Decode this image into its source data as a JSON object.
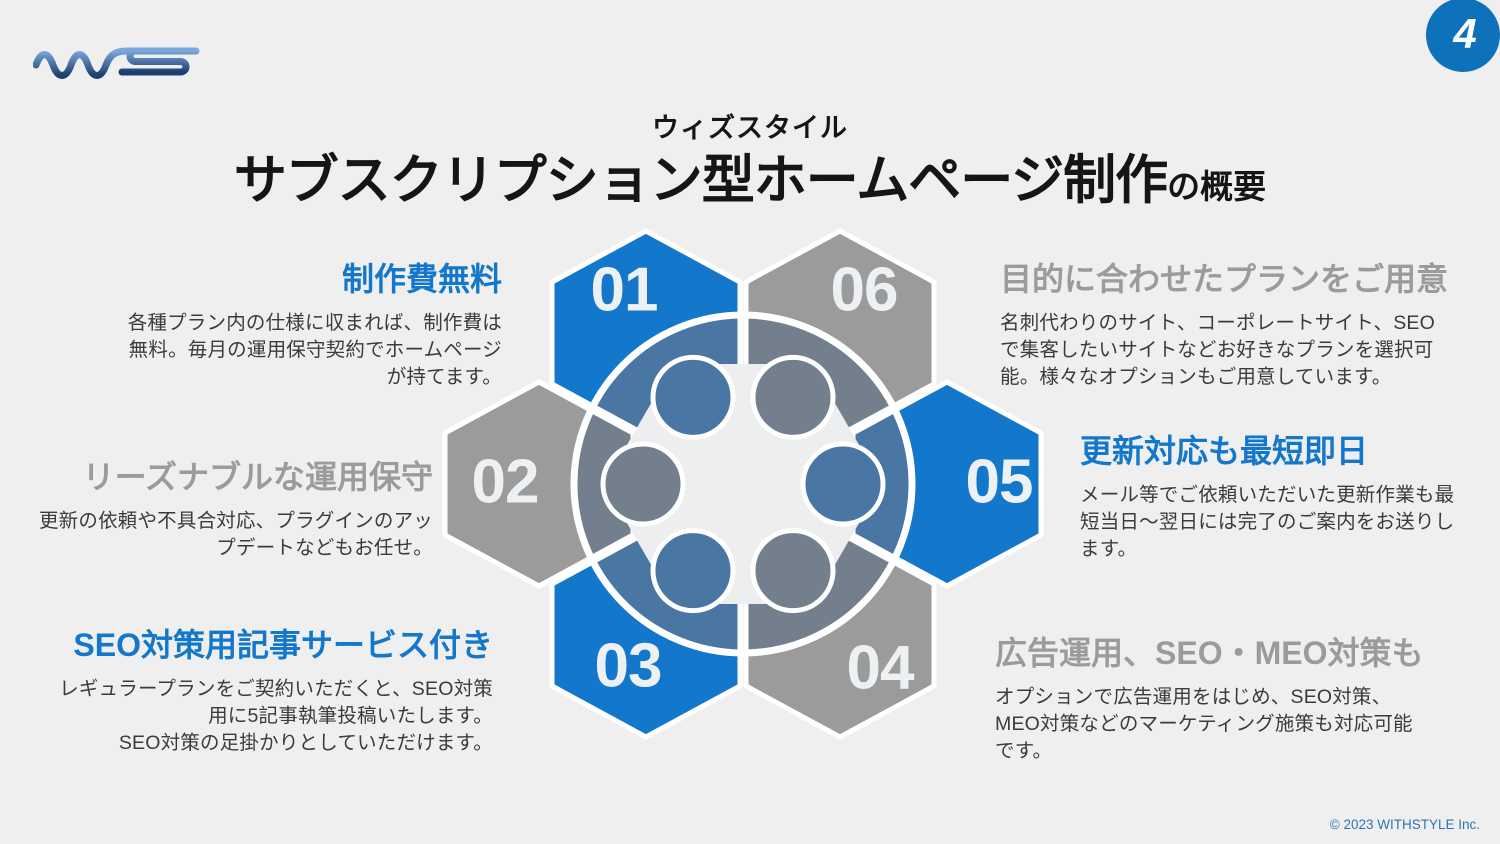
{
  "page": {
    "background": "#EFEFEF"
  },
  "logo": {
    "mark": "WS",
    "company": "WITHSTYLE"
  },
  "badge": {
    "number": "4",
    "color": "#0D72BB"
  },
  "header": {
    "subtitle": "ウィズスタイル",
    "title_main": "サブスクリプション型ホームページ制作",
    "title_suffix": "の概要"
  },
  "diagram": {
    "accent_blue": "#1377CB",
    "accent_gray": "#9B9B9B",
    "muted_blue": "#4A76A3",
    "muted_gray": "#747F8D",
    "items": [
      {
        "number": "01",
        "variant": "blue"
      },
      {
        "number": "02",
        "variant": "gray"
      },
      {
        "number": "03",
        "variant": "blue"
      },
      {
        "number": "04",
        "variant": "gray"
      },
      {
        "number": "05",
        "variant": "blue"
      },
      {
        "number": "06",
        "variant": "gray"
      }
    ]
  },
  "features": [
    {
      "number": "01",
      "title": "制作費無料",
      "body": "各種プラン内の仕様に収まれば、制作費は\n無料。毎月の運用保守契約でホームページ\nが持てます。"
    },
    {
      "number": "02",
      "title": "リーズナブルな運用保守",
      "body": "更新の依頼や不具合対応、プラグインのアッ\nプデートなどもお任せ。"
    },
    {
      "number": "03",
      "title": "SEO対策用記事サービス付き",
      "body": "レギュラープランをご契約いただくと、SEO対策\n用に5記事執筆投稿いたします。\nSEO対策の足掛かりとしていただけます。"
    },
    {
      "number": "04",
      "title": "広告運用、SEO・MEO対策も",
      "body": "オプションで広告運用をはじめ、SEO対策、\nMEO対策などのマーケティング施策も対応可能\nです。"
    },
    {
      "number": "05",
      "title": "更新対応も最短即日",
      "body": "メール等でご依頼いただいた更新作業も最\n短当日〜翌日には完了のご案内をお送りし\nます。"
    },
    {
      "number": "06",
      "title": "目的に合わせたプランをご用意",
      "body": "名刺代わりのサイト、コーポレートサイト、SEO\nで集客したいサイトなどお好きなプランを選択可\n能。様々なオプションもご用意しています。"
    }
  ],
  "footer": {
    "copyright": "© 2023 WITHSTYLE Inc."
  }
}
